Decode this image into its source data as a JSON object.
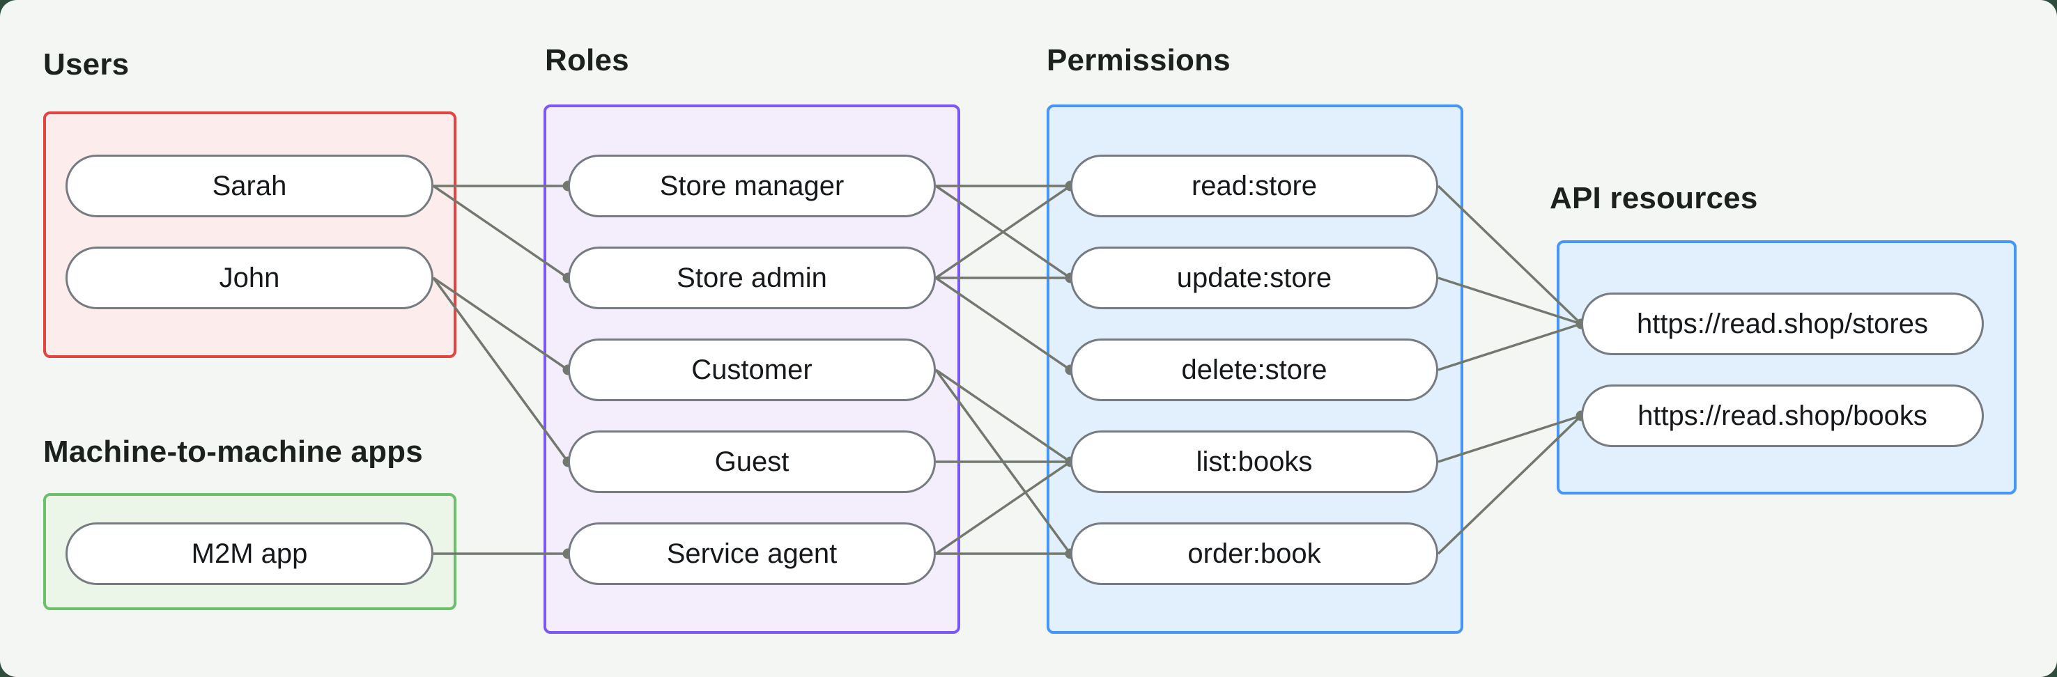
{
  "page": {
    "background_color": "#f4f6f4",
    "backdrop_color": "#2e4d3d"
  },
  "diagram": {
    "edge_color": "#73786f",
    "node_border_color": "#757b80",
    "node_fill_color": "#ffffff",
    "node_text_color": "#16191b",
    "label_color": "#1c211e",
    "groups": [
      {
        "id": "users",
        "label": "Users",
        "border_color": "#e0453f",
        "fill_color": "#fceceb",
        "nodes": [
          {
            "id": "sarah",
            "label": "Sarah"
          },
          {
            "id": "john",
            "label": "John"
          }
        ]
      },
      {
        "id": "m2m",
        "label": "Machine-to-machine apps",
        "border_color": "#6cc06c",
        "fill_color": "#ebf6e9",
        "nodes": [
          {
            "id": "m2m-app",
            "label": "M2M app"
          }
        ]
      },
      {
        "id": "roles",
        "label": "Roles",
        "border_color": "#7b58f6",
        "fill_color": "#f3edfc",
        "nodes": [
          {
            "id": "store-manager",
            "label": "Store manager"
          },
          {
            "id": "store-admin",
            "label": "Store admin"
          },
          {
            "id": "customer",
            "label": "Customer"
          },
          {
            "id": "guest",
            "label": "Guest"
          },
          {
            "id": "service-agent",
            "label": "Service agent"
          }
        ]
      },
      {
        "id": "permissions",
        "label": "Permissions",
        "border_color": "#4596f8",
        "fill_color": "#e2f0fd",
        "nodes": [
          {
            "id": "read-store",
            "label": "read:store"
          },
          {
            "id": "update-store",
            "label": "update:store"
          },
          {
            "id": "delete-store",
            "label": "delete:store"
          },
          {
            "id": "list-books",
            "label": "list:books"
          },
          {
            "id": "order-book",
            "label": "order:book"
          }
        ]
      },
      {
        "id": "api",
        "label": "API resources",
        "border_color": "#4596f8",
        "fill_color": "#e2f0fd",
        "nodes": [
          {
            "id": "stores-api",
            "label": "https://read.shop/stores"
          },
          {
            "id": "books-api",
            "label": "https://read.shop/books"
          }
        ]
      }
    ],
    "edges": [
      {
        "from": "sarah",
        "to": "store-manager"
      },
      {
        "from": "sarah",
        "to": "store-admin"
      },
      {
        "from": "john",
        "to": "customer"
      },
      {
        "from": "john",
        "to": "guest"
      },
      {
        "from": "m2m-app",
        "to": "service-agent"
      },
      {
        "from": "store-manager",
        "to": "read-store"
      },
      {
        "from": "store-manager",
        "to": "update-store"
      },
      {
        "from": "store-admin",
        "to": "read-store"
      },
      {
        "from": "store-admin",
        "to": "update-store"
      },
      {
        "from": "store-admin",
        "to": "delete-store"
      },
      {
        "from": "customer",
        "to": "list-books"
      },
      {
        "from": "customer",
        "to": "order-book"
      },
      {
        "from": "guest",
        "to": "list-books"
      },
      {
        "from": "service-agent",
        "to": "list-books"
      },
      {
        "from": "service-agent",
        "to": "order-book"
      },
      {
        "from": "read-store",
        "to": "stores-api"
      },
      {
        "from": "update-store",
        "to": "stores-api"
      },
      {
        "from": "delete-store",
        "to": "stores-api"
      },
      {
        "from": "list-books",
        "to": "books-api"
      },
      {
        "from": "order-book",
        "to": "books-api"
      }
    ]
  }
}
